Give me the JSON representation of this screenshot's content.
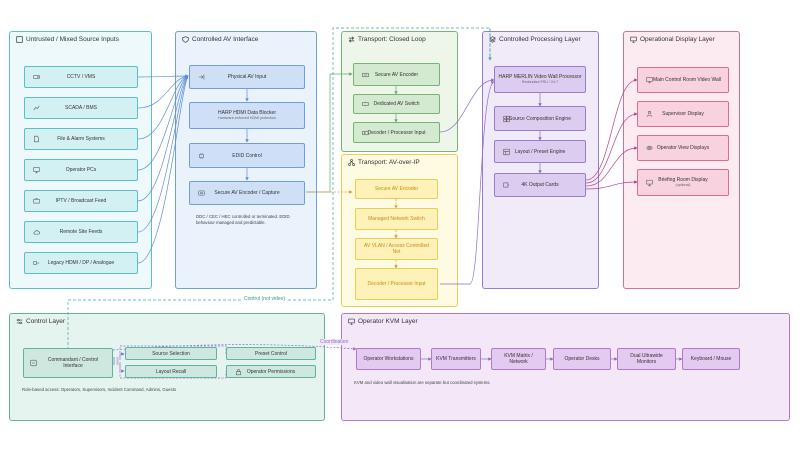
{
  "colors": {
    "teal": "#3aa7a7",
    "blue": "#5b8fd6",
    "green": "#6aa86a",
    "yellow": "#e2c33f",
    "purple": "#8f6bc9",
    "pink": "#d85b86",
    "orange": "#e39b32"
  },
  "panels": {
    "untrusted": "Untrusted / Mixed Source Inputs",
    "controlled_av": "Controlled AV Interface",
    "transport_closed": "Transport: Closed Loop",
    "transport_ip": "Transport: AV-over-IP",
    "processing": "Controlled Processing Layer",
    "display": "Operational Display Layer",
    "control": "Control Layer",
    "kvm": "Operator KVM Layer"
  },
  "sources": [
    "CCTV / VMS",
    "SCADA / BMS",
    "File & Alarm Systems",
    "Operator PCs",
    "IPTV / Broadcast Feed",
    "Remote Site Feeds",
    "Legacy HDMI / DP / Analogue"
  ],
  "av_interface": {
    "physical_input": "Physical AV Input",
    "blocker": "HARP HDMI Data Blocker",
    "blocker_sub": "Hardware-enforced HDMI protection",
    "edid": "EDID Control",
    "encoder": "Secure AV Encoder / Capture",
    "note": "DDC / CEC / HEC controlled or terminated. EDID behaviour managed and predictable."
  },
  "closed_loop": {
    "encoder": "Secure AV Encoder",
    "switch": "Dedicated AV Switch",
    "decoder": "Decoder / Processor Input"
  },
  "av_over_ip": {
    "encoder": "Secure AV Encoder",
    "switch": "Managed Network Switch",
    "vlan": "AV VLAN / Access Controlled Net",
    "decoder": "Decoder / Processor Input"
  },
  "processing": {
    "processor": "HARP MERLIN Video Wall Processor",
    "processor_sub": "Redundant PSU / 24-7",
    "composition": "Source Composition Engine",
    "layout": "Layout / Preset Engine",
    "outputs": "4K Output Cards"
  },
  "displays": {
    "main": "Main Control Room Video Wall",
    "supervisor": "Supervisor Display",
    "operator": "Operator View Displays",
    "briefing": "Briefing Room Display",
    "briefing_sub": "(optional)"
  },
  "control": {
    "interface": "Commandant / Control Interface",
    "source_selection": "Source Selection",
    "preset": "Preset Control",
    "layout_recall": "Layout Recall",
    "permissions": "Operator Permissions",
    "note": "Role-based access: Operators, Supervisors, Incident Command, Admins, Guests"
  },
  "kvm": {
    "items": [
      "Operator Workstations",
      "KVM Transmitters",
      "KVM Matrix / Network",
      "Operator Desks",
      "Dual Ultrawide Monitors",
      "Keyboard / Mouse"
    ],
    "note": "KVM and video wall visualisation are separate but coordinated systems."
  },
  "edge_labels": {
    "control_not_video": "Control (not video)",
    "coordination": "Coordination"
  }
}
